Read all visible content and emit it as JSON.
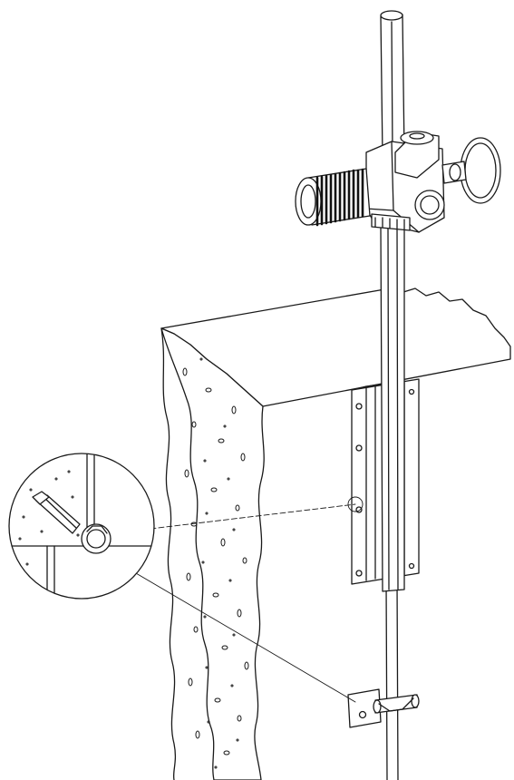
{
  "figure": {
    "kind": "technical line drawing",
    "line_color": "#1a1a1a",
    "fill_color": "#ffffff",
    "motor_color": "#111111",
    "parts": [
      "stem-cap",
      "actuator-motor",
      "handwheel",
      "gearbox",
      "upper-stem",
      "wall-slab",
      "mounting-bracket",
      "lower-stem",
      "stem-guide",
      "detail-circle",
      "anchor-bolt"
    ]
  }
}
